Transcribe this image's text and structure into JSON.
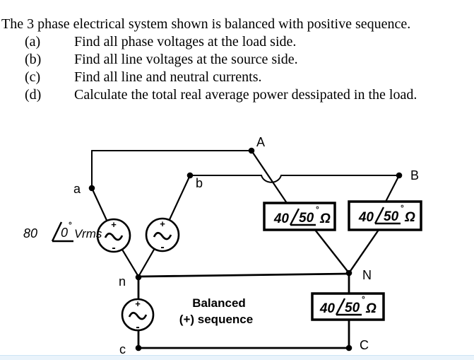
{
  "problem": {
    "intro": "The 3 phase electrical system shown is balanced with positive sequence.",
    "items": [
      {
        "label": "(a)",
        "text": "Find all phase voltages at the load side."
      },
      {
        "label": "(b)",
        "text": "Find all line voltages at the source side."
      },
      {
        "label": "(c)",
        "text": "Find all line and neutral currents."
      },
      {
        "label": "(d)",
        "text": "Calculate the total real average power dessipated in the load."
      }
    ]
  },
  "circuit": {
    "source": {
      "magnitude": "80",
      "angle": "0",
      "degree": "°",
      "unit": "Vrms",
      "plus": "+",
      "minus": "-"
    },
    "impedance": {
      "magnitude": "40",
      "angle": "50",
      "degree": "°",
      "unit": "Ω"
    },
    "caption_line1": "Balanced",
    "caption_line2": "(+) sequence",
    "nodes": {
      "a": "a",
      "b": "b",
      "c": "c",
      "n": "n",
      "A": "A",
      "B": "B",
      "C": "C",
      "N": "N"
    },
    "colors": {
      "ink": "#000000",
      "paper": "#ffffff",
      "footer_strip": "#e9f3fb"
    }
  }
}
